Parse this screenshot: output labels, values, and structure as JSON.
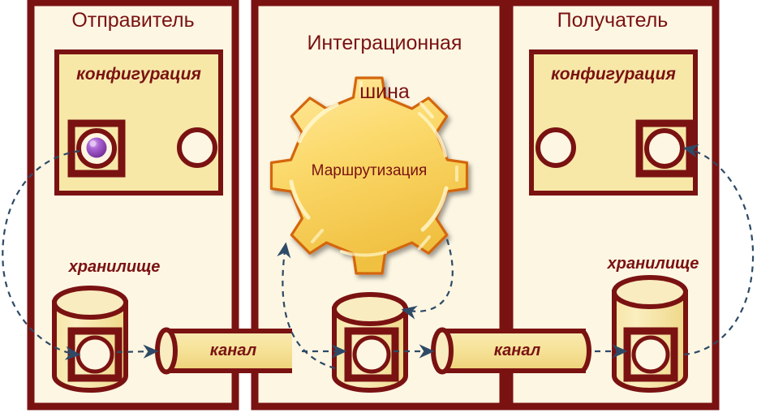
{
  "diagram": {
    "type": "architecture-diagram",
    "language": "ru",
    "background": "#ffffff",
    "colors": {
      "panel_fill": "#fdf6e3",
      "panel_border": "#7a1212",
      "box_fill": "#f7e8a8",
      "gear_fill": "#fbd96b",
      "gear_border": "#d4660a",
      "text": "#7a1212",
      "arrow": "#2e4a66",
      "accent_sphere": "#9b4fc4",
      "circle_fill": "#fdf6e3"
    }
  },
  "panels": [
    {
      "id": "sender",
      "title": "Отправитель",
      "config": {
        "label": "конфигурация",
        "slots": [
          {
            "id": "sender-cfg-slot-active",
            "framed": true,
            "filled": true
          },
          {
            "id": "sender-cfg-slot-empty",
            "framed": false,
            "filled": false
          }
        ]
      },
      "storage": {
        "label": "хранилище",
        "item": {
          "id": "sender-store-item",
          "framed": true
        }
      }
    },
    {
      "id": "bus",
      "title": "Интеграционная\nшина",
      "gear": {
        "label": "Маршрутизация",
        "teeth": 10
      },
      "storage": {
        "label": "",
        "item": {
          "id": "bus-store-item",
          "framed": true
        }
      }
    },
    {
      "id": "receiver",
      "title": "Получатель",
      "config": {
        "label": "конфигурация",
        "slots": [
          {
            "id": "receiver-cfg-slot-empty",
            "framed": false,
            "filled": false
          },
          {
            "id": "receiver-cfg-slot-active",
            "framed": true,
            "filled": false
          }
        ]
      },
      "storage": {
        "label": "хранилище",
        "item": {
          "id": "receiver-store-item",
          "framed": true
        }
      }
    }
  ],
  "channels": [
    {
      "id": "channel-left",
      "label": "канал"
    },
    {
      "id": "channel-right",
      "label": "канал"
    }
  ],
  "flows": [
    {
      "id": "flow-sender-config-to-storage",
      "from": "sender-cfg-slot-active",
      "to": "sender-store-item",
      "style": "dashed-curve"
    },
    {
      "id": "flow-sender-storage-in",
      "from": "outside",
      "to": "sender-store-item",
      "style": "dashed-arrow"
    },
    {
      "id": "flow-sender-storage-to-channel",
      "from": "sender-store-item",
      "to": "channel-left",
      "style": "dashed-arrow"
    },
    {
      "id": "flow-channel-to-bus-storage",
      "from": "channel-left",
      "to": "bus-store-item",
      "style": "dashed-arrow"
    },
    {
      "id": "flow-bus-storage-to-gear",
      "from": "bus-store-item",
      "to": "gear",
      "style": "dashed-curve"
    },
    {
      "id": "flow-gear-to-bus-storage",
      "from": "gear",
      "to": "bus-store-item",
      "style": "dashed-curve"
    },
    {
      "id": "flow-bus-storage-to-channel",
      "from": "bus-store-item",
      "to": "channel-right",
      "style": "dashed-arrow"
    },
    {
      "id": "flow-channel-to-receiver-storage",
      "from": "channel-right",
      "to": "receiver-store-item",
      "style": "dashed-arrow"
    },
    {
      "id": "flow-receiver-storage-to-config",
      "from": "receiver-store-item",
      "to": "receiver-cfg-slot-active",
      "style": "dashed-curve"
    }
  ]
}
